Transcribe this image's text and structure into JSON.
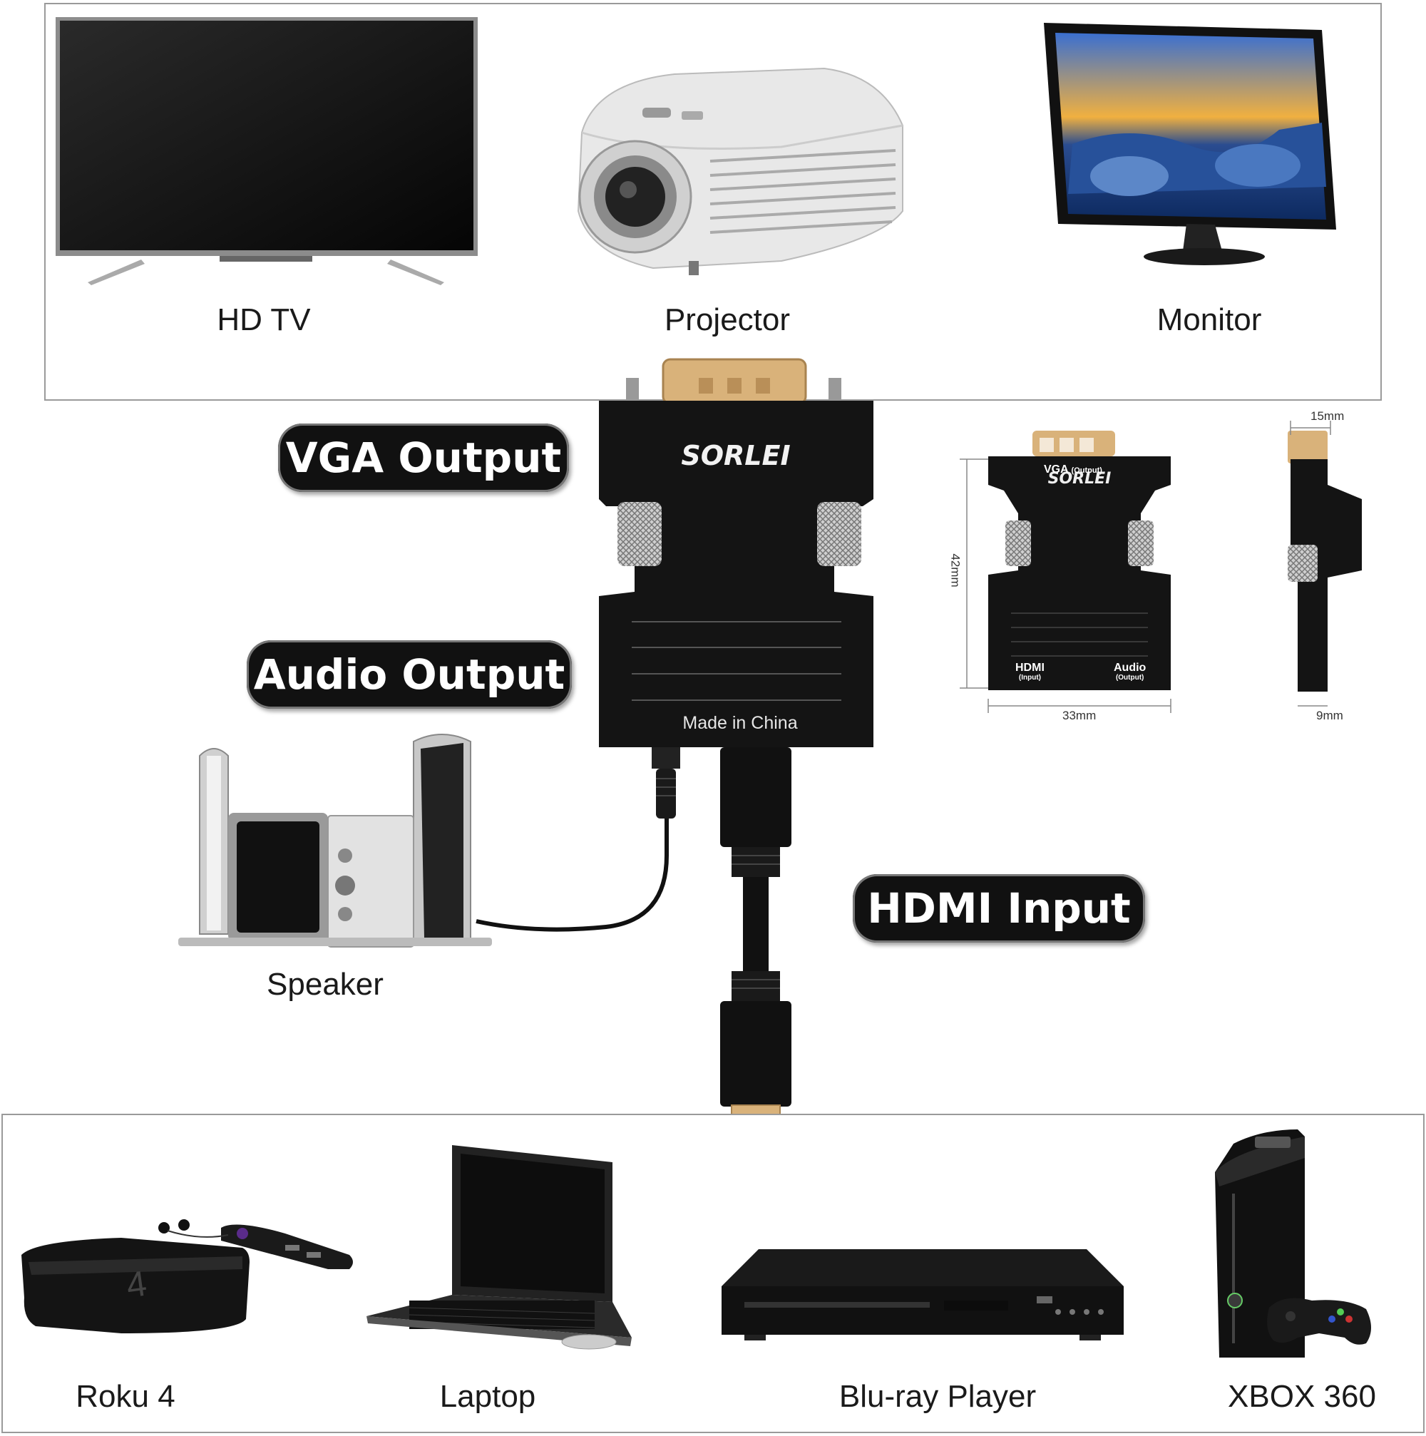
{
  "top_devices": {
    "hdtv": "HD TV",
    "projector": "Projector",
    "monitor": "Monitor"
  },
  "callouts": {
    "vga_output": "VGA Output",
    "audio_output": "Audio Output",
    "hdmi_input": "HDMI Input"
  },
  "adapter": {
    "brand": "SORLEI",
    "made_in": "Made in China"
  },
  "speaker": "Speaker",
  "dimensions": {
    "front_vga": "VGA",
    "front_vga_sub": "(Output)",
    "front_hdmi": "HDMI",
    "front_hdmi_sub": "(Input)",
    "front_audio": "Audio",
    "front_audio_sub": "(Output)",
    "height": "42mm",
    "width": "33mm",
    "depth_top": "15mm",
    "depth_bottom": "9mm"
  },
  "bottom_devices": {
    "roku": "Roku 4",
    "laptop": "Laptop",
    "bluray": "Blu-ray Player",
    "xbox": "XBOX 360"
  },
  "colors": {
    "frame_border": "#9a9a9a",
    "pill_bg": "#111111",
    "adapter_body": "#141414",
    "gold": "#d9b27a"
  }
}
